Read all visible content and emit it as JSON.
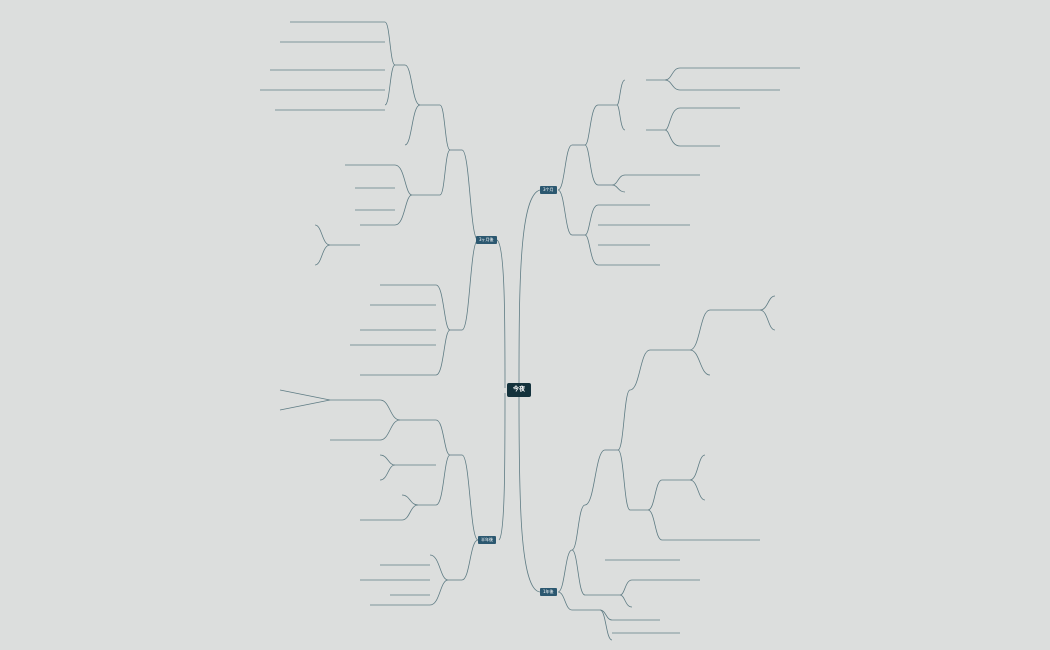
{
  "colors": {
    "background": "#dcdedd",
    "root": "#14323c",
    "main": "#2c5870",
    "edge": "#5f7c84",
    "text": "#3a4a50"
  },
  "mindmap": {
    "root": {
      "label": "今夜"
    },
    "main_topics": [
      {
        "label": "3个月"
      },
      {
        "label": "1年後"
      },
      {
        "label": "3ヶ月後"
      },
      {
        "label": "半年後"
      }
    ]
  }
}
